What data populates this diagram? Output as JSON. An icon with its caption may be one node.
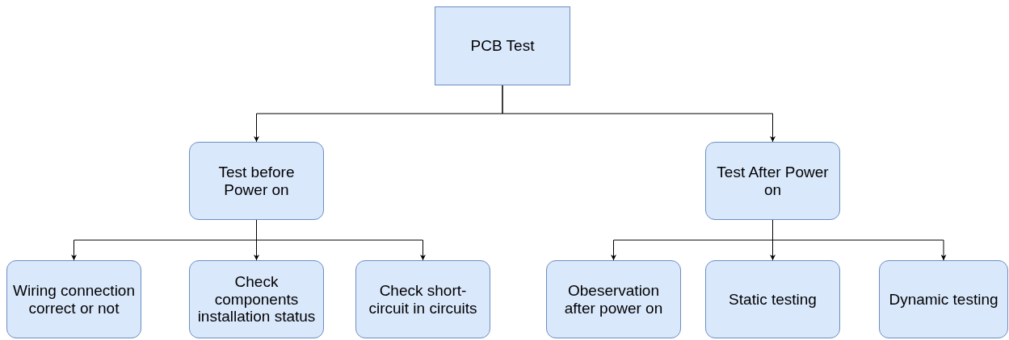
{
  "diagram": {
    "nodes": [
      {
        "text": [
          "PCB Test"
        ]
      },
      {
        "text": [
          "Test before Power on"
        ]
      },
      {
        "text": [
          "Test After Power on"
        ]
      },
      {
        "text": [
          "Wiring connection correct or not"
        ]
      },
      {
        "text": [
          "Check components installation status"
        ]
      },
      {
        "text": [
          "Check short-circuit in circuits"
        ]
      },
      {
        "text": [
          "Obeservation after power on"
        ]
      },
      {
        "text": [
          "Static testing"
        ]
      },
      {
        "text": [
          "Dynamic testing"
        ]
      }
    ],
    "edges": [
      {
        "from": 0,
        "to": 1,
        "arrow": "to"
      },
      {
        "from": 0,
        "to": 2,
        "arrow": "to"
      },
      {
        "from": 1,
        "to": 3,
        "arrow": "to"
      },
      {
        "from": 1,
        "to": 4,
        "arrow": "to"
      },
      {
        "from": 1,
        "to": 5,
        "arrow": "to"
      },
      {
        "from": 2,
        "to": 6,
        "arrow": "to"
      },
      {
        "from": 2,
        "to": 7,
        "arrow": "to"
      },
      {
        "from": 2,
        "to": 8,
        "arrow": "to"
      }
    ]
  }
}
